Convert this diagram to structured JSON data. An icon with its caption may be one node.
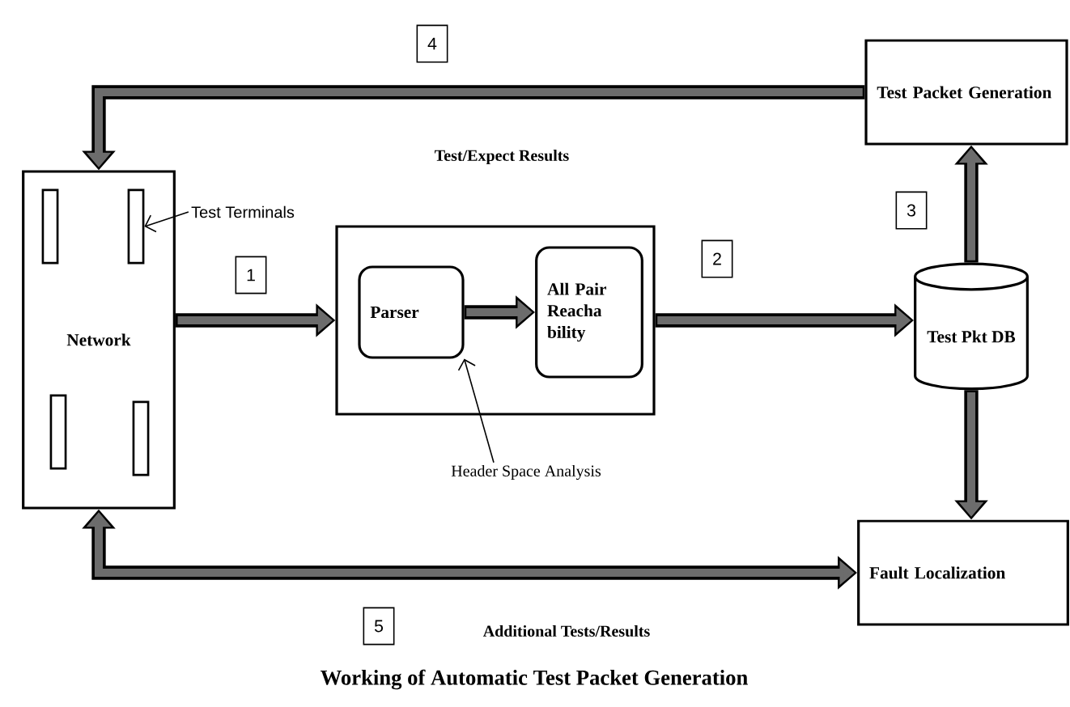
{
  "diagram": {
    "caption": "Working of Automatic Test Packet Generation",
    "nodes": [
      {
        "text": [
          "Network"
        ]
      },
      {
        "text": [],
        "shape": "bar",
        "in": 0
      },
      {
        "text": [],
        "shape": "bar",
        "in": 0
      },
      {
        "text": [],
        "shape": "bar",
        "in": 0
      },
      {
        "text": [],
        "shape": "bar",
        "in": 0
      },
      {
        "text": [
          "Test Terminals"
        ]
      },
      {
        "text": [],
        "shape": "box"
      },
      {
        "text": [
          "Parser"
        ],
        "in": 6
      },
      {
        "text": [
          "All Pair Reacha bility"
        ],
        "in": 6
      },
      {
        "text": [
          "Header Space Analysis"
        ]
      },
      {
        "text": [
          "Test Packet Generation"
        ]
      },
      {
        "text": [
          "Test Pkt DB"
        ]
      },
      {
        "text": [
          "Fault Localization"
        ]
      }
    ],
    "edges": [
      {
        "from": 0,
        "to": 6,
        "arrow": "to"
      },
      {
        "from": 7,
        "to": 8,
        "arrow": "to"
      },
      {
        "from": 6,
        "to": 11,
        "arrow": "to"
      },
      {
        "from": 11,
        "to": 10,
        "arrow": "to"
      },
      {
        "from": 10,
        "to": 0,
        "arrow": "to"
      },
      {
        "from": 11,
        "to": 12,
        "arrow": "to"
      },
      {
        "from": 0,
        "to": 12,
        "arrow": "both",
        "color": "#6c6c6c"
      },
      {
        "from": 5,
        "to": 2,
        "arrow": "to"
      },
      {
        "from": 9,
        "to": 7,
        "arrow": "to"
      }
    ],
    "labels": [
      "4",
      "Test/Expect Results",
      "3",
      "2",
      "1",
      "5",
      "Additional Tests/Results"
    ]
  }
}
